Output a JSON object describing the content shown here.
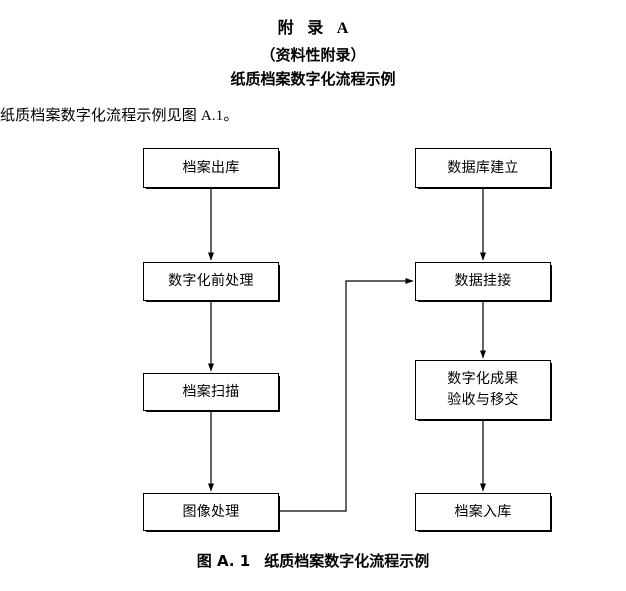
{
  "document": {
    "annex_label": "附 录 A",
    "annex_kind": "（资料性附录）",
    "annex_title": "纸质档案数字化流程示例",
    "body_line": "纸质档案数字化流程示例见图 A.1。",
    "figure_caption_number": "图 A. 1",
    "figure_caption_text": "纸质档案数字化流程示例"
  },
  "flowchart": {
    "type": "flowchart",
    "orientation": "two-column-vertical",
    "line_color": "#000000",
    "fill_color": "#ffffff",
    "nodes": [
      {
        "id": "chuku",
        "label": "档案出库",
        "column": "left",
        "order": 1
      },
      {
        "id": "qianchuli",
        "label": "数字化前处理",
        "column": "left",
        "order": 2
      },
      {
        "id": "saomiao",
        "label": "档案扫描",
        "column": "left",
        "order": 3
      },
      {
        "id": "tuxiang",
        "label": "图像处理",
        "column": "left",
        "order": 4
      },
      {
        "id": "shujuku",
        "label": "数据库建立",
        "column": "right",
        "order": 1
      },
      {
        "id": "guajie",
        "label": "数据挂接",
        "column": "right",
        "order": 2
      },
      {
        "id": "chengguo",
        "label_line1": "数字化成果",
        "label_line2": "验收与移交",
        "column": "right",
        "order": 3
      },
      {
        "id": "ruku",
        "label": "档案入库",
        "column": "right",
        "order": 4
      }
    ],
    "edges": [
      {
        "from": "chuku",
        "to": "qianchuli",
        "style": "straight-down"
      },
      {
        "from": "qianchuli",
        "to": "saomiao",
        "style": "straight-down"
      },
      {
        "from": "saomiao",
        "to": "tuxiang",
        "style": "straight-down"
      },
      {
        "from": "tuxiang",
        "to": "guajie",
        "style": "elbow-right-up"
      },
      {
        "from": "shujuku",
        "to": "guajie",
        "style": "straight-down"
      },
      {
        "from": "guajie",
        "to": "chengguo",
        "style": "straight-down"
      },
      {
        "from": "chengguo",
        "to": "ruku",
        "style": "straight-down"
      }
    ]
  }
}
